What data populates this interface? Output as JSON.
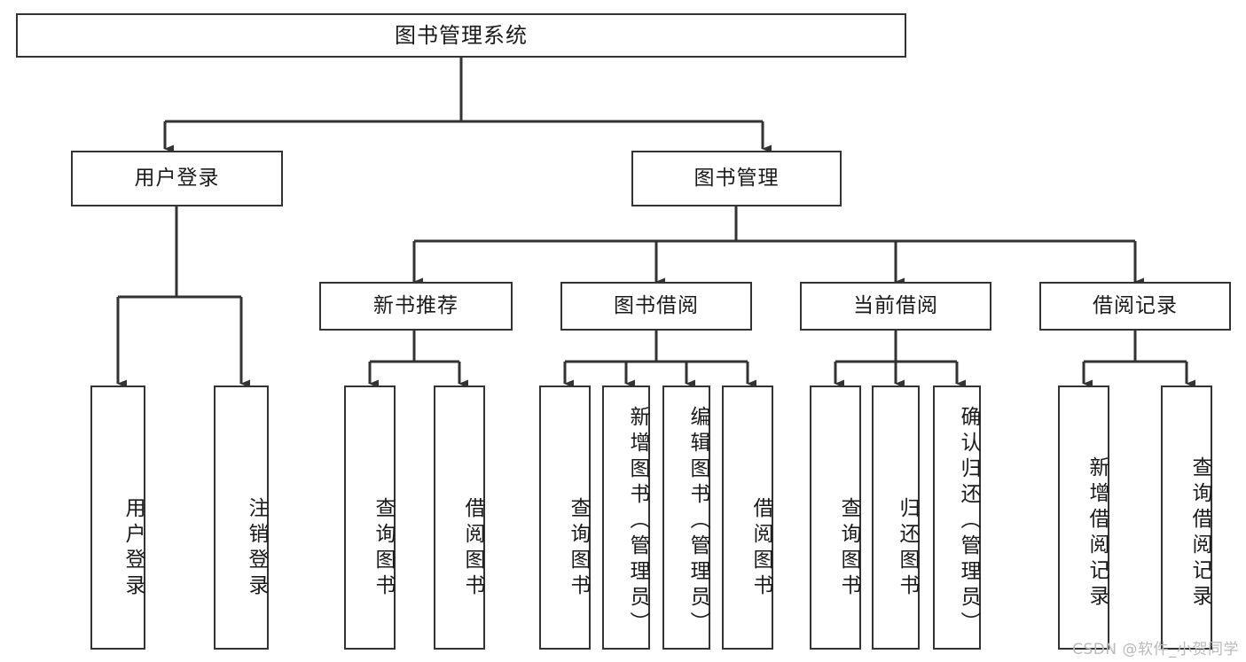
{
  "diagram": {
    "type": "tree",
    "title": "图书管理系统",
    "watermark": "CSDN @软件_小贺同学",
    "colors": {
      "background": "#ffffff",
      "stroke": "#333333",
      "text": "#1a1a1a",
      "watermark": "#b9b9b9"
    },
    "nodes": {
      "root": {
        "label": "图书管理系统"
      },
      "level2": [
        {
          "id": "user-login",
          "label": "用户登录"
        },
        {
          "id": "book-management",
          "label": "图书管理"
        }
      ],
      "level3": [
        {
          "id": "new-book-recommend",
          "label": "新书推荐"
        },
        {
          "id": "book-borrow",
          "label": "图书借阅"
        },
        {
          "id": "current-borrow",
          "label": "当前借阅"
        },
        {
          "id": "borrow-record",
          "label": "借阅记录"
        }
      ],
      "leaves": [
        {
          "id": "leaf-user-login",
          "label": "用户登录",
          "parent": "user-login"
        },
        {
          "id": "leaf-logout-login",
          "label": "注销登录",
          "parent": "user-login"
        },
        {
          "id": "leaf-query-book-1",
          "label": "查询图书",
          "parent": "new-book-recommend"
        },
        {
          "id": "leaf-borrow-book-1",
          "label": "借阅图书",
          "parent": "new-book-recommend"
        },
        {
          "id": "leaf-query-book-2",
          "label": "查询图书",
          "parent": "book-borrow"
        },
        {
          "id": "leaf-add-book",
          "label": "新增图书（管理员）",
          "parent": "book-borrow"
        },
        {
          "id": "leaf-edit-book",
          "label": "编辑图书（管理员）",
          "parent": "book-borrow"
        },
        {
          "id": "leaf-borrow-book-2",
          "label": "借阅图书",
          "parent": "book-borrow"
        },
        {
          "id": "leaf-query-book-3",
          "label": "查询图书",
          "parent": "current-borrow"
        },
        {
          "id": "leaf-return-book",
          "label": "归还图书",
          "parent": "current-borrow"
        },
        {
          "id": "leaf-confirm-return",
          "label": "确认归还（管理员）",
          "parent": "current-borrow"
        },
        {
          "id": "leaf-add-record",
          "label": "新增借阅记录",
          "parent": "borrow-record"
        },
        {
          "id": "leaf-query-record",
          "label": "查询借阅记录",
          "parent": "borrow-record"
        }
      ]
    }
  }
}
